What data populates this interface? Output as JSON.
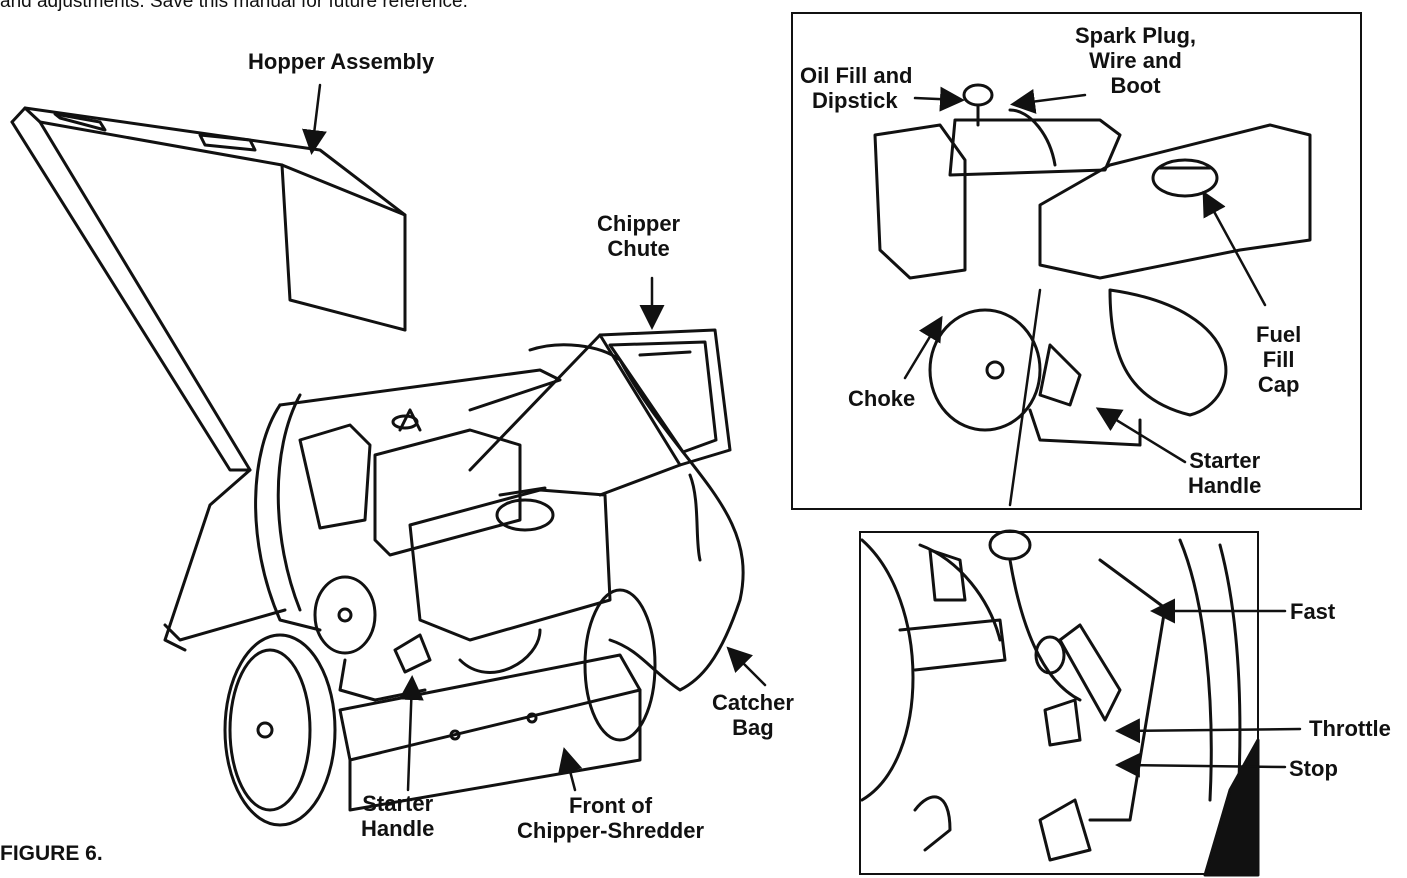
{
  "intro_text": "and adjustments. Save this manual for future reference.",
  "figure_label": "FIGURE 6.",
  "main_labels": {
    "hopper": "Hopper Assembly",
    "chipper_chute_1": "Chipper",
    "chipper_chute_2": "Chute",
    "catcher_bag_1": "Catcher",
    "catcher_bag_2": "Bag",
    "starter_handle_1": "Starter",
    "starter_handle_2": "Handle",
    "front_1": "Front of",
    "front_2": "Chipper-Shredder"
  },
  "engine_inset": {
    "oil_fill_1": "Oil Fill and",
    "oil_fill_2": "Dipstick",
    "spark_plug_1": "Spark Plug,",
    "spark_plug_2": "Wire and",
    "spark_plug_3": "Boot",
    "fuel_fill_1": "Fuel",
    "fuel_fill_2": "Fill",
    "fuel_fill_3": "Cap",
    "choke": "Choke",
    "starter_handle_1": "Starter",
    "starter_handle_2": "Handle"
  },
  "throttle_inset": {
    "fast": "Fast",
    "throttle": "Throttle",
    "stop": "Stop"
  }
}
